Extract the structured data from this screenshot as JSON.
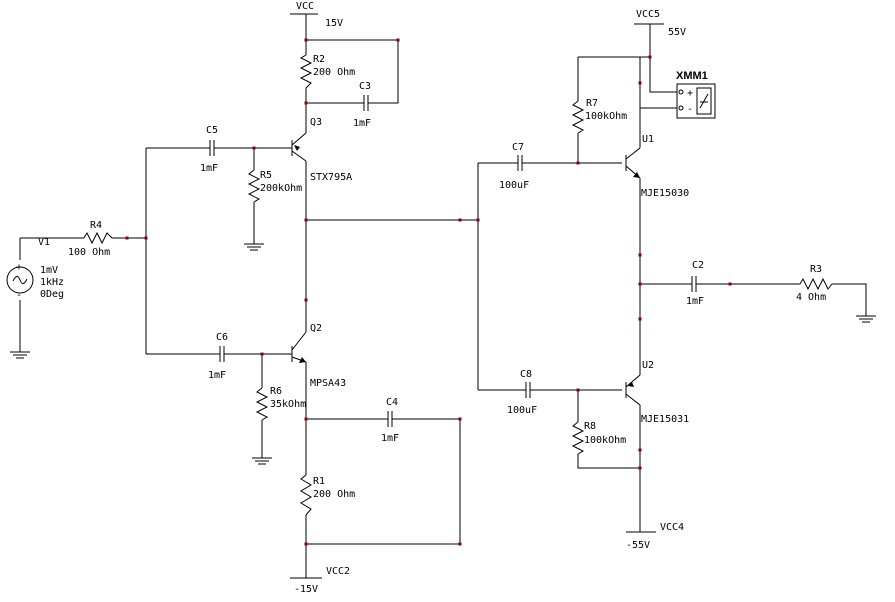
{
  "power": {
    "vcc": "VCC",
    "vcc_val": "15V",
    "vcc2": "VCC2",
    "vcc2_val": "-15V",
    "vcc5": "VCC5",
    "vcc5_val": "55V",
    "vcc4": "VCC4",
    "vcc4_val": "-55V"
  },
  "source": {
    "name": "V1",
    "amp": "1mV",
    "freq": "1kHz",
    "phase": "0Deg"
  },
  "resistors": {
    "r1": {
      "name": "R1",
      "value": "200 Ohm"
    },
    "r2": {
      "name": "R2",
      "value": "200 Ohm"
    },
    "r3": {
      "name": "R3",
      "value": "4 Ohm"
    },
    "r4": {
      "name": "R4",
      "value": "100 Ohm"
    },
    "r5": {
      "name": "R5",
      "value": "200kOhm"
    },
    "r6": {
      "name": "R6",
      "value": "35kOhm"
    },
    "r7": {
      "name": "R7",
      "value": "100kOhm"
    },
    "r8": {
      "name": "R8",
      "value": "100kOhm"
    }
  },
  "capacitors": {
    "c2": {
      "name": "C2",
      "value": "1mF"
    },
    "c3": {
      "name": "C3",
      "value": "1mF"
    },
    "c4": {
      "name": "C4",
      "value": "1mF"
    },
    "c5": {
      "name": "C5",
      "value": "1mF"
    },
    "c6": {
      "name": "C6",
      "value": "1mF"
    },
    "c7": {
      "name": "C7",
      "value": "100uF"
    },
    "c8": {
      "name": "C8",
      "value": "100uF"
    }
  },
  "transistors": {
    "q3": {
      "name": "Q3",
      "model": "STX795A"
    },
    "q2": {
      "name": "Q2",
      "model": "MPSA43"
    },
    "u1": {
      "name": "U1",
      "model": "MJE15030"
    },
    "u2": {
      "name": "U2",
      "model": "MJE15031"
    }
  },
  "meter": {
    "name": "XMM1",
    "plus": "+",
    "minus": "-"
  },
  "source_signs": {
    "plus": "+",
    "minus": "-"
  }
}
